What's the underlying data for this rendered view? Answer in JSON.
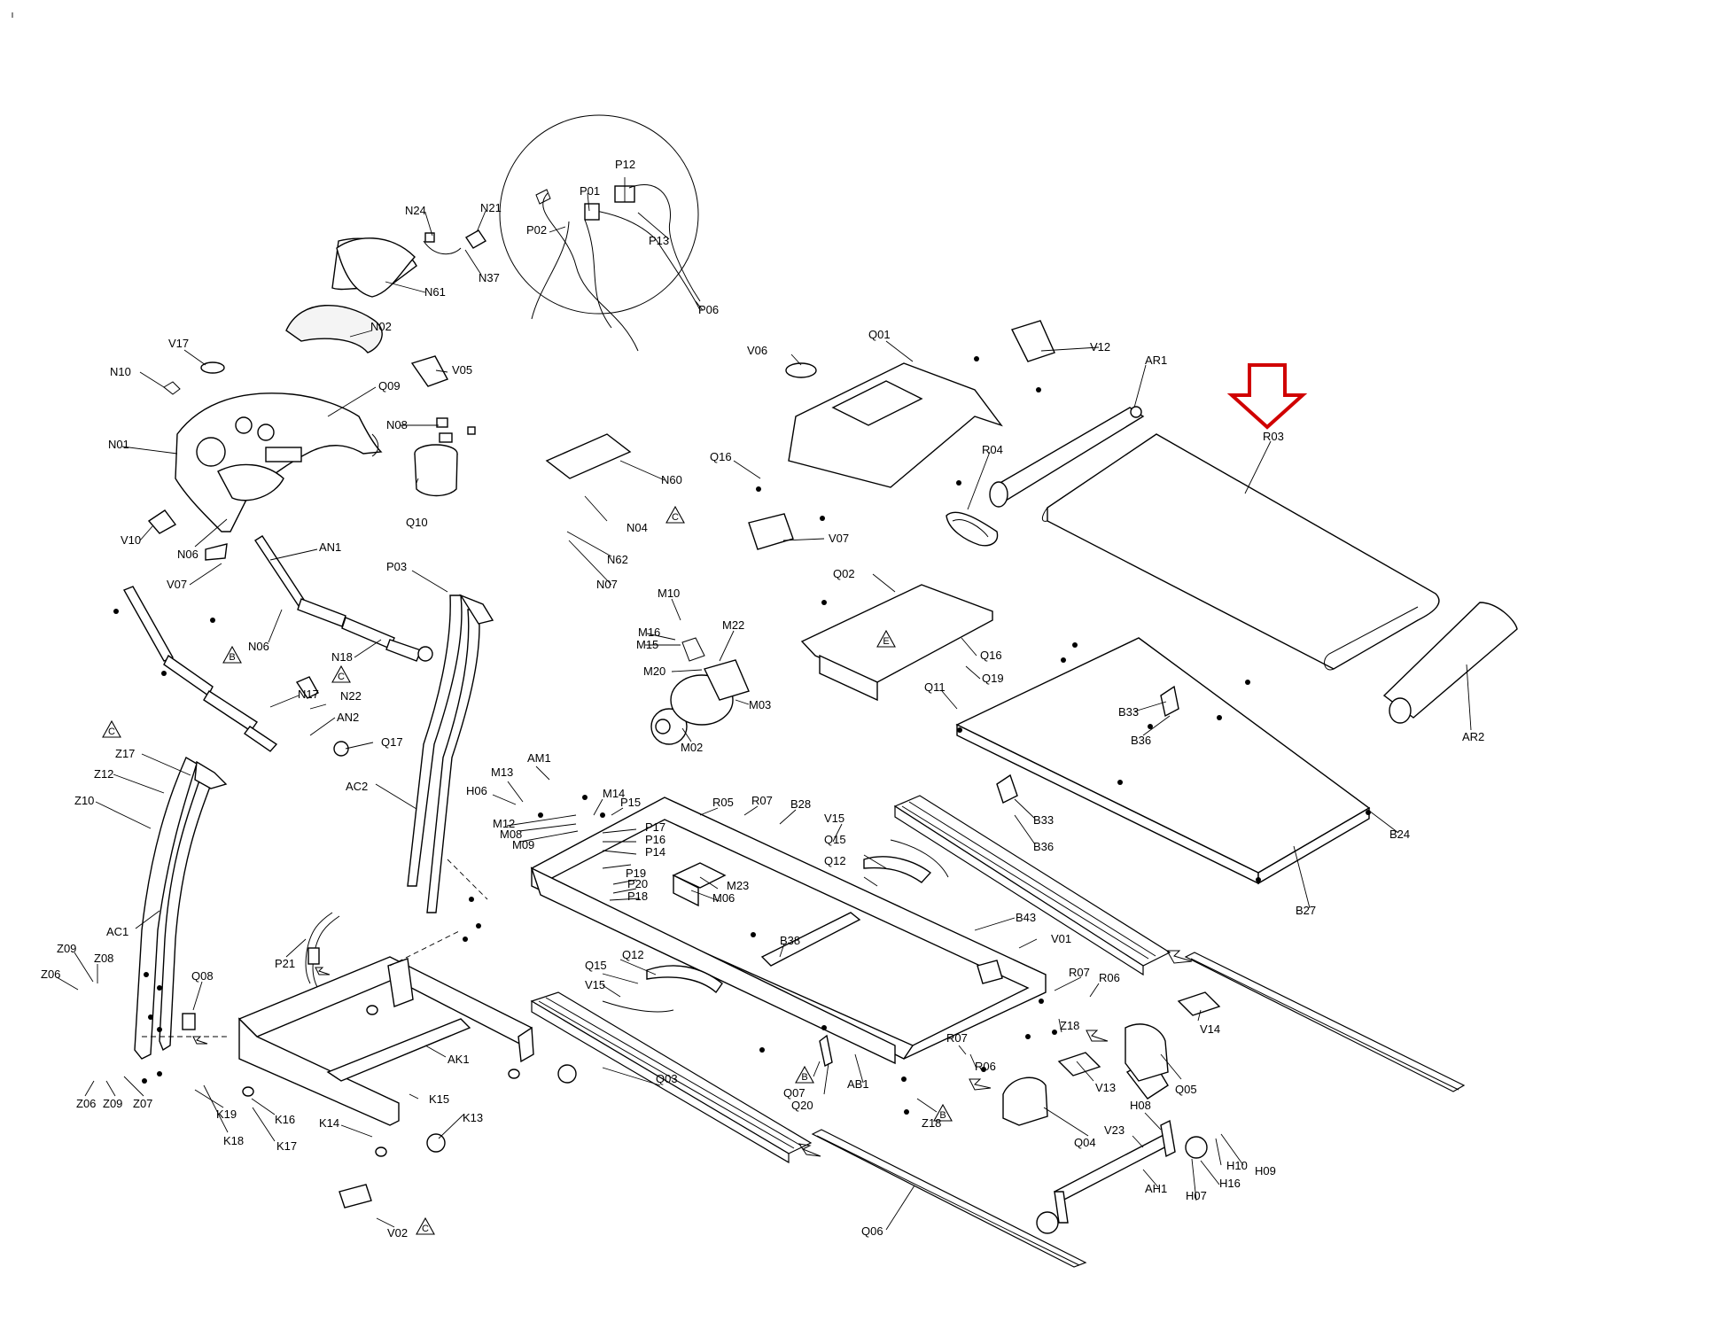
{
  "colors": {
    "line": "#000000",
    "background": "#ffffff",
    "highlight_arrow": "#d00000"
  },
  "highlight": {
    "target": "R03"
  },
  "labels": {
    "N24": "N24",
    "N21": "N21",
    "N37": "N37",
    "N61": "N61",
    "N02": "N02",
    "P12": "P12",
    "P01": "P01",
    "P02": "P02",
    "P13": "P13",
    "P06": "P06",
    "V17": "V17",
    "N10": "N10",
    "V05": "V05",
    "Q09": "Q09",
    "N08": "N08",
    "N01": "N01",
    "Q10": "Q10",
    "V10": "V10",
    "N06a": "N06",
    "V07a": "V07",
    "AN1": "AN1",
    "N06b": "N06",
    "P03": "P03",
    "N18": "N18",
    "N17": "N17",
    "N22": "N22",
    "AN2": "AN2",
    "Q17": "Q17",
    "Z17": "Z17",
    "Z12": "Z12",
    "Z10": "Z10",
    "AC2": "AC2",
    "AC1": "AC1",
    "P21": "P21",
    "Z09a": "Z09",
    "Z08": "Z08",
    "Z06a": "Z06",
    "Q08": "Q08",
    "Z06b": "Z06",
    "Z09b": "Z09",
    "Z07": "Z07",
    "K19": "K19",
    "K18": "K18",
    "K16": "K16",
    "K17": "K17",
    "AK1": "AK1",
    "K15": "K15",
    "K14": "K14",
    "K13": "K13",
    "V02": "V02",
    "V06": "V06",
    "Q01": "Q01",
    "V12": "V12",
    "AR1": "AR1",
    "R03": "R03",
    "R04": "R04",
    "Q16a": "Q16",
    "V07b": "V07",
    "N60": "N60",
    "N04": "N04",
    "N62": "N62",
    "N07": "N07",
    "Q02": "Q02",
    "Q16b": "Q16",
    "Q19": "Q19",
    "Q11": "Q11",
    "M10": "M10",
    "M16": "M16",
    "M15": "M15",
    "M22": "M22",
    "M20": "M20",
    "M03": "M03",
    "M02": "M02",
    "B33a": "B33",
    "B36a": "B36",
    "B33b": "B33",
    "B36b": "B36",
    "B24": "B24",
    "B27": "B27",
    "AR2": "AR2",
    "M13": "M13",
    "AM1": "AM1",
    "H06": "H06",
    "M14": "M14",
    "P15": "P15",
    "R05": "R05",
    "R07a": "R07",
    "B28": "B28",
    "M12": "M12",
    "M08": "M08",
    "M09": "M09",
    "P17": "P17",
    "P16": "P16",
    "P14": "P14",
    "P19": "P19",
    "P20": "P20",
    "P18": "P18",
    "M23": "M23",
    "M06": "M06",
    "V15a": "V15",
    "Q15a": "Q15",
    "Q12a": "Q12",
    "B43": "B43",
    "V01": "V01",
    "B38": "B38",
    "Q15b": "Q15",
    "Q12b": "Q12",
    "V15b": "V15",
    "R07b": "R07",
    "R06a": "R06",
    "Z18a": "Z18",
    "V14": "V14",
    "Q05": "Q05",
    "R07c": "R07",
    "R06b": "R06",
    "V13": "V13",
    "Q07": "Q07",
    "Q20": "Q20",
    "AB1": "AB1",
    "Z18b": "Z18",
    "Q04": "Q04",
    "Q03": "Q03",
    "H08": "H08",
    "V23": "V23",
    "H10": "H10",
    "H09": "H09",
    "H16": "H16",
    "H07": "H07",
    "AH1": "AH1",
    "Q06": "Q06"
  },
  "section_markers": [
    {
      "id": "C1",
      "letter": "C"
    },
    {
      "id": "C2",
      "letter": "C"
    },
    {
      "id": "C3",
      "letter": "C"
    },
    {
      "id": "C4",
      "letter": "C"
    },
    {
      "id": "B1",
      "letter": "B"
    },
    {
      "id": "B2",
      "letter": "B"
    },
    {
      "id": "B3",
      "letter": "B"
    },
    {
      "id": "E1",
      "letter": "E"
    }
  ]
}
